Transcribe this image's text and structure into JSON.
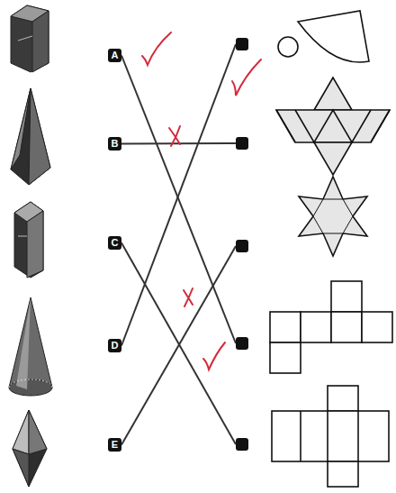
{
  "diagram": {
    "nodes": [
      {
        "text": [
          "A"
        ]
      },
      {
        "text": [
          "B"
        ]
      },
      {
        "text": [
          "C"
        ]
      },
      {
        "text": [
          "D"
        ]
      },
      {
        "text": [
          "E"
        ]
      },
      {
        "text": []
      },
      {
        "text": []
      },
      {
        "text": []
      },
      {
        "text": []
      },
      {
        "text": []
      }
    ],
    "edges": [
      {
        "from": 0,
        "to": 8,
        "arrow": "none"
      },
      {
        "from": 1,
        "to": 6,
        "arrow": "none"
      },
      {
        "from": 2,
        "to": 9,
        "arrow": "none"
      },
      {
        "from": 3,
        "to": 5,
        "arrow": "none"
      },
      {
        "from": 4,
        "to": 7,
        "arrow": "none"
      }
    ]
  }
}
